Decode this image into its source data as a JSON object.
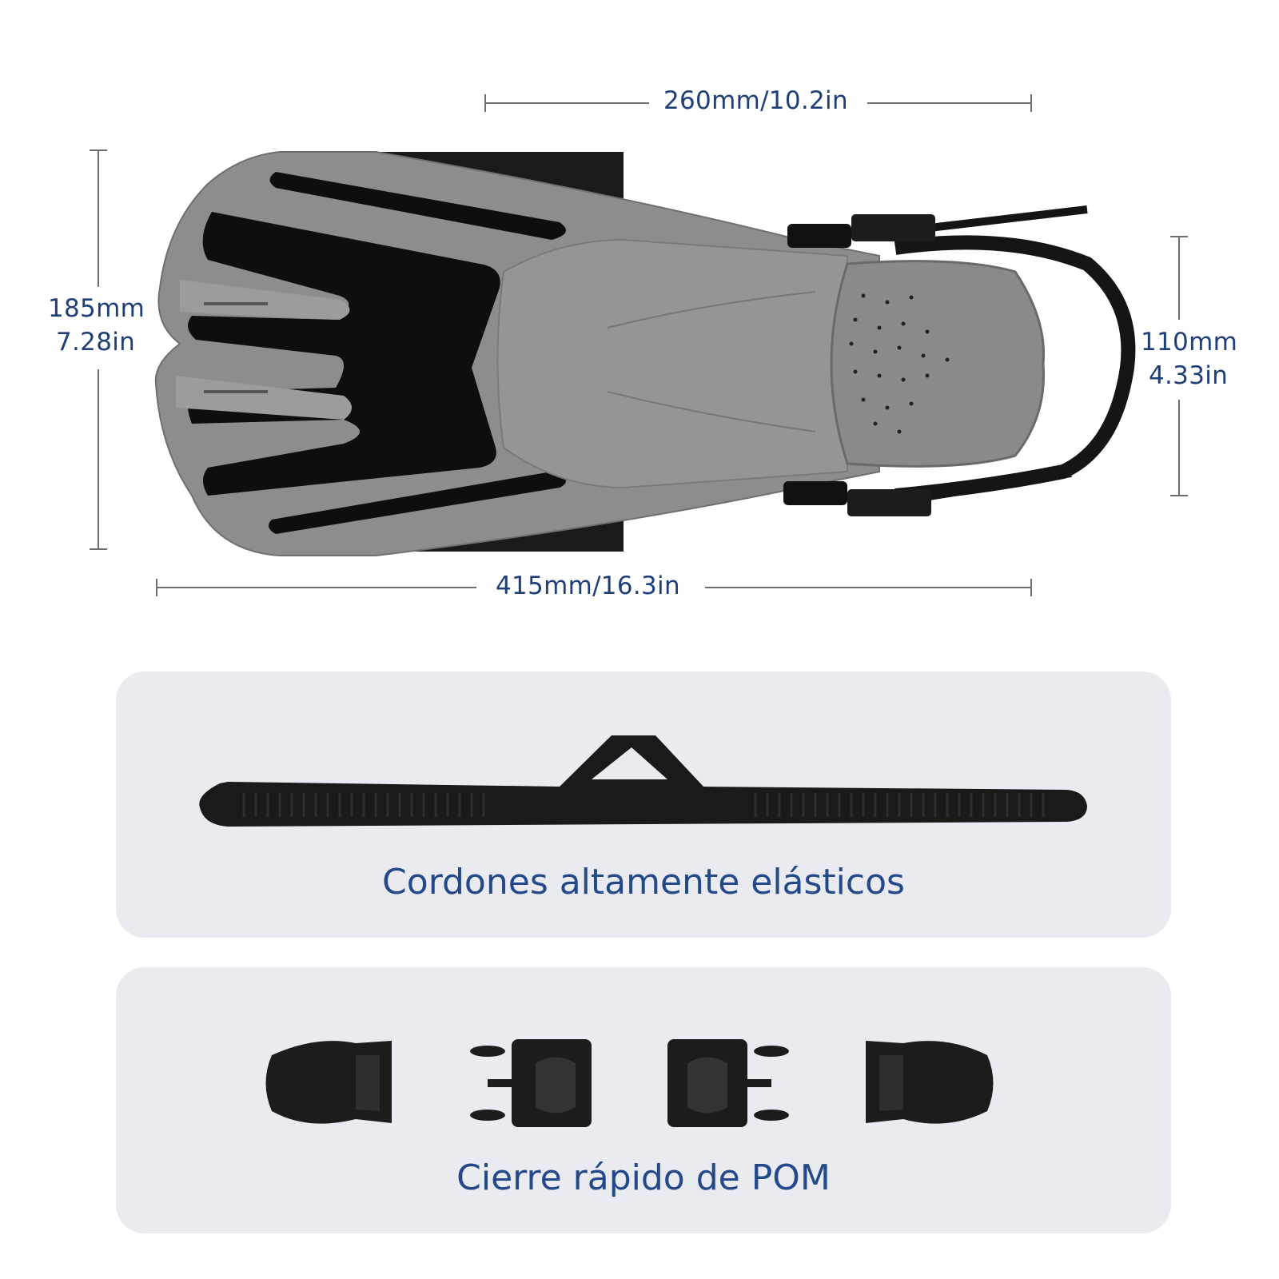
{
  "dimensions": {
    "top_width": "260mm/10.2in",
    "total_length": "415mm/16.3in",
    "left_height_mm": "185mm",
    "left_height_in": "7.28in",
    "right_height_mm": "110mm",
    "right_height_in": "4.33in"
  },
  "panels": {
    "strap_caption": "Cordones altamente elásticos",
    "buckle_caption": "Cierre rápido de POM"
  },
  "colors": {
    "text_blue": "#1f3f78",
    "panel_bg": "#e9ebf0",
    "fin_gray": "#8c8c8c",
    "rubber_black": "#111111"
  }
}
